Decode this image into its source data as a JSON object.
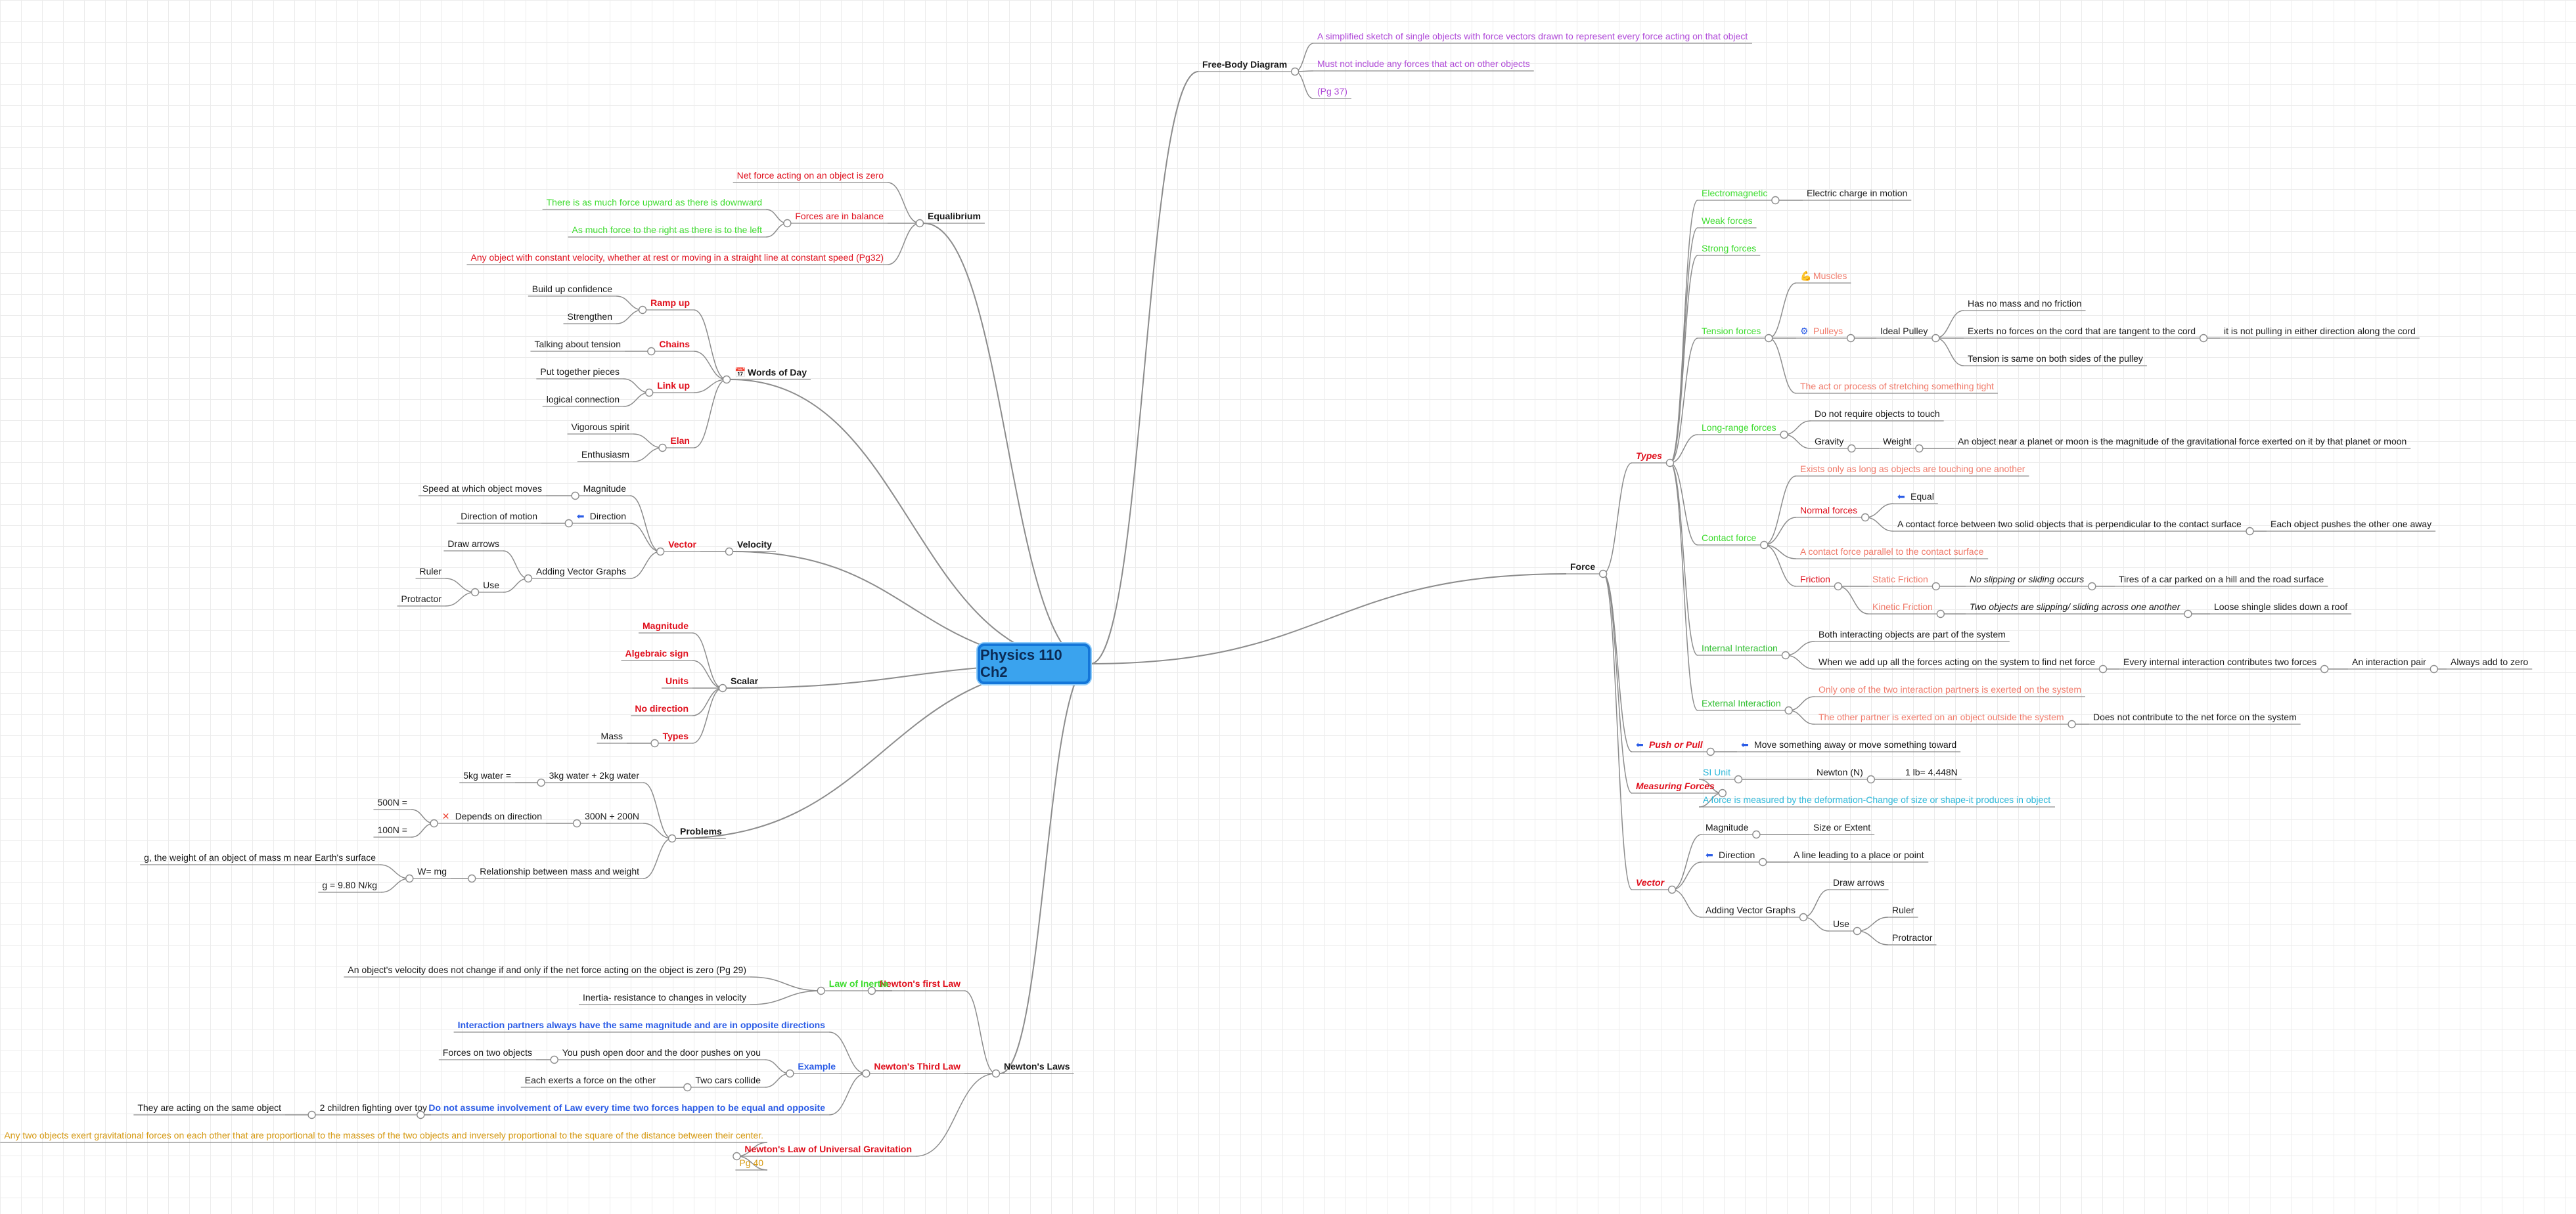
{
  "central": "Physics 110 Ch2",
  "colors": {
    "line": "#8c8c8c",
    "black": "#1a1a1a",
    "red": "#e0101d",
    "green": "#3ddc2e",
    "lightgreen": "#2fbf2f",
    "blue": "#2b5ce6",
    "purple": "#b04ad8",
    "salmon": "#f07a6a",
    "cyan": "#2bb7d9",
    "gold": "#d79a12",
    "tomato": "#ec4434"
  },
  "nodes": {
    "fbd": "Free-Body Diagram",
    "fbd1": "A simplified sketch of single objects with force vectors drawn to represent every force acting on that object",
    "fbd2": "Must not include any forces that act on other objects",
    "fbd3": "(Pg 37)",
    "eq": "Equalibrium",
    "eq1": "Net force acting on an object is zero",
    "eq2": "Forces are in balance",
    "eq2a": "There is as much force upward as there is downward",
    "eq2b": "As much force to the right as there is to the left",
    "eq3": "Any object with constant velocity, whether at rest or moving in a straight line at constant speed (Pg32)",
    "wod": "Words of Day",
    "ramp": "Ramp up",
    "ramp1": "Build up confidence",
    "ramp2": "Strengthen",
    "chains": "Chains",
    "chains1": "Talking about tension",
    "link": "Link up",
    "link1": "Put together pieces",
    "link2": "logical connection",
    "elan": "Elan",
    "elan1": "Vigorous spirit",
    "elan2": "Enthusiasm",
    "vel": "Velocity",
    "vvec": "Vector",
    "vmag": "Magnitude",
    "vmag1": "Speed at which object moves",
    "vdir": "Direction",
    "vdir1": "Direction of motion",
    "vadd": "Adding Vector Graphs",
    "vadd1": "Draw arrows",
    "vuse": "Use",
    "vruler": "Ruler",
    "vprot": "Protractor",
    "scalar": "Scalar",
    "smag": "Magnitude",
    "salg": "Algebraic sign",
    "sunits": "Units",
    "snodir": "No direction",
    "stypes": "Types",
    "smass": "Mass",
    "problems": "Problems",
    "p1": "3kg water + 2kg water",
    "p1a": "5kg water =",
    "p2": "300N + 200N",
    "p2a": "Depends on direction",
    "p2b": "500N =",
    "p2c": "100N =",
    "p3": "Relationship between mass and weight",
    "p3a": "W= mg",
    "p3b": "g, the weight of an object of mass m near Earth's surface",
    "p3c": "g = 9.80 N/kg",
    "nl": "Newton's Laws",
    "nl1": "Newton's first Law",
    "nl1a": "Law of Inertia",
    "nl1b": "An object's velocity does not change if and only if the net force acting on the object is zero (Pg 29)",
    "nl1c": "Inertia- resistance to changes in velocity",
    "nl3": "Newton's Third Law",
    "nl3a": "Interaction partners always have the same magnitude and are in opposite directions",
    "nl3ex": "Example",
    "nl3ex1": "You push open door and the door pushes on you",
    "nl3ex1a": "Forces on two objects",
    "nl3ex2": "Two cars collide",
    "nl3ex2a": "Each exerts a force on the other",
    "nl3b": "Do not assume involvement of Law every time two forces happen to be equal and opposite",
    "nl3c": "2 children fighting over toy",
    "nl3d": "They are acting on the same object",
    "nlg": "Newton's Law of Universal Gravitation",
    "nlg1": "Any two objects exert gravitational forces on each other that are proportional to the masses of the two objects and inversely proportional to the square of the distance between their center.",
    "nlg2": "Pg 40",
    "force": "Force",
    "types": "Types",
    "em": "Electromagnetic",
    "em1": "Electric charge in motion",
    "weak": "Weak forces",
    "strong": "Strong forces",
    "tension": "Tension forces",
    "muscles": "Muscles",
    "pulleys": "Pulleys",
    "ideal": "Ideal Pulley",
    "ideal1": "Has no mass and no friction",
    "ideal2": "Exerts no forces on the cord that are tangent to the cord",
    "ideal2a": "it is not pulling in either direction along the cord",
    "ideal3": "Tension is same on both sides of the pulley",
    "tension2": "The act or process of stretching something tight",
    "long": "Long-range forces",
    "long1": "Do not require objects to touch",
    "gravity": "Gravity",
    "weight": "Weight",
    "weight1": "An object near a planet or moon is the magnitude of the gravitational force exerted on it by that planet or moon",
    "contact": "Contact force",
    "contact1": "Exists only as long as objects are touching one another",
    "normal": "Normal forces",
    "equal": "Equal",
    "normal1": "A contact force between two solid objects that is perpendicular to the contact surface",
    "normal1a": "Each object pushes the other one away",
    "contact2": "A contact force parallel to the contact surface",
    "friction": "Friction",
    "static": "Static Friction",
    "static1": "No slipping or sliding occurs",
    "static2": "Tires of a car parked on a hill and the road surface",
    "kinetic": "Kinetic Friction",
    "kinetic1": "Two objects are slipping/ sliding across one another",
    "kinetic2": "Loose shingle slides down a roof",
    "internal": "Internal Interaction",
    "int1": "Both interacting objects are part of the system",
    "int2": "When we add up all the forces acting on the system to find net force",
    "int2a": "Every internal interaction contributes two forces",
    "int2b": "An interaction pair",
    "int2c": "Always add to zero",
    "external": "External Interaction",
    "ext1": "Only one of the two interaction partners is exerted on the system",
    "ext2": "The other partner is exerted on an object outside the system",
    "ext2a": "Does not contribute to the net force on the system",
    "push": "Push or Pull",
    "push1": "Move something away or move something toward",
    "meas": "Measuring Forces",
    "si": "SI Unit",
    "newton": "Newton (N)",
    "lb": "1 lb= 4.448N",
    "meas2": "A force is measured by the deformation-Change of size or shape-it produces in object",
    "fvec": "Vector",
    "fmag": "Magnitude",
    "fmag1": "Size or Extent",
    "fdir": "Direction",
    "fdir1": "A line leading to a place or point",
    "fadd": "Adding Vector Graphs",
    "fadd1": "Draw arrows",
    "fuse": "Use",
    "fruler": "Ruler",
    "fprot": "Protractor"
  },
  "icons": {
    "book": "📅",
    "direction": "⬅",
    "cross": "✕",
    "muscle": "💪",
    "gear": "⚙",
    "arrows": "⬅"
  }
}
